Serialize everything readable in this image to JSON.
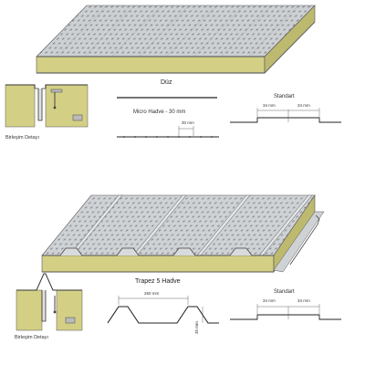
{
  "top": {
    "profile_title": "Düz",
    "joint_label": "Birleşim Detayı",
    "micro_title": "Micro Hadve - 30 mm",
    "micro_dim": "30 mm",
    "standard_title": "Standart",
    "standard_dim_left": "34 mm",
    "standard_dim_right": "34 mm"
  },
  "bottom": {
    "profile_title": "Trapez 5 Hadve",
    "joint_label": "Birleşim Detayı",
    "trapez_dim_width": "250 mm",
    "trapez_dim_height": "35 mm",
    "standard_title": "Standart",
    "standard_dim_left": "34 mm",
    "standard_dim_right": "34 mm"
  },
  "colors": {
    "core": "#d6d38a",
    "core_dark": "#b9b46a",
    "sheet": "#c9cccf",
    "sheet_light": "#e6e8ea",
    "line": "#333333"
  }
}
